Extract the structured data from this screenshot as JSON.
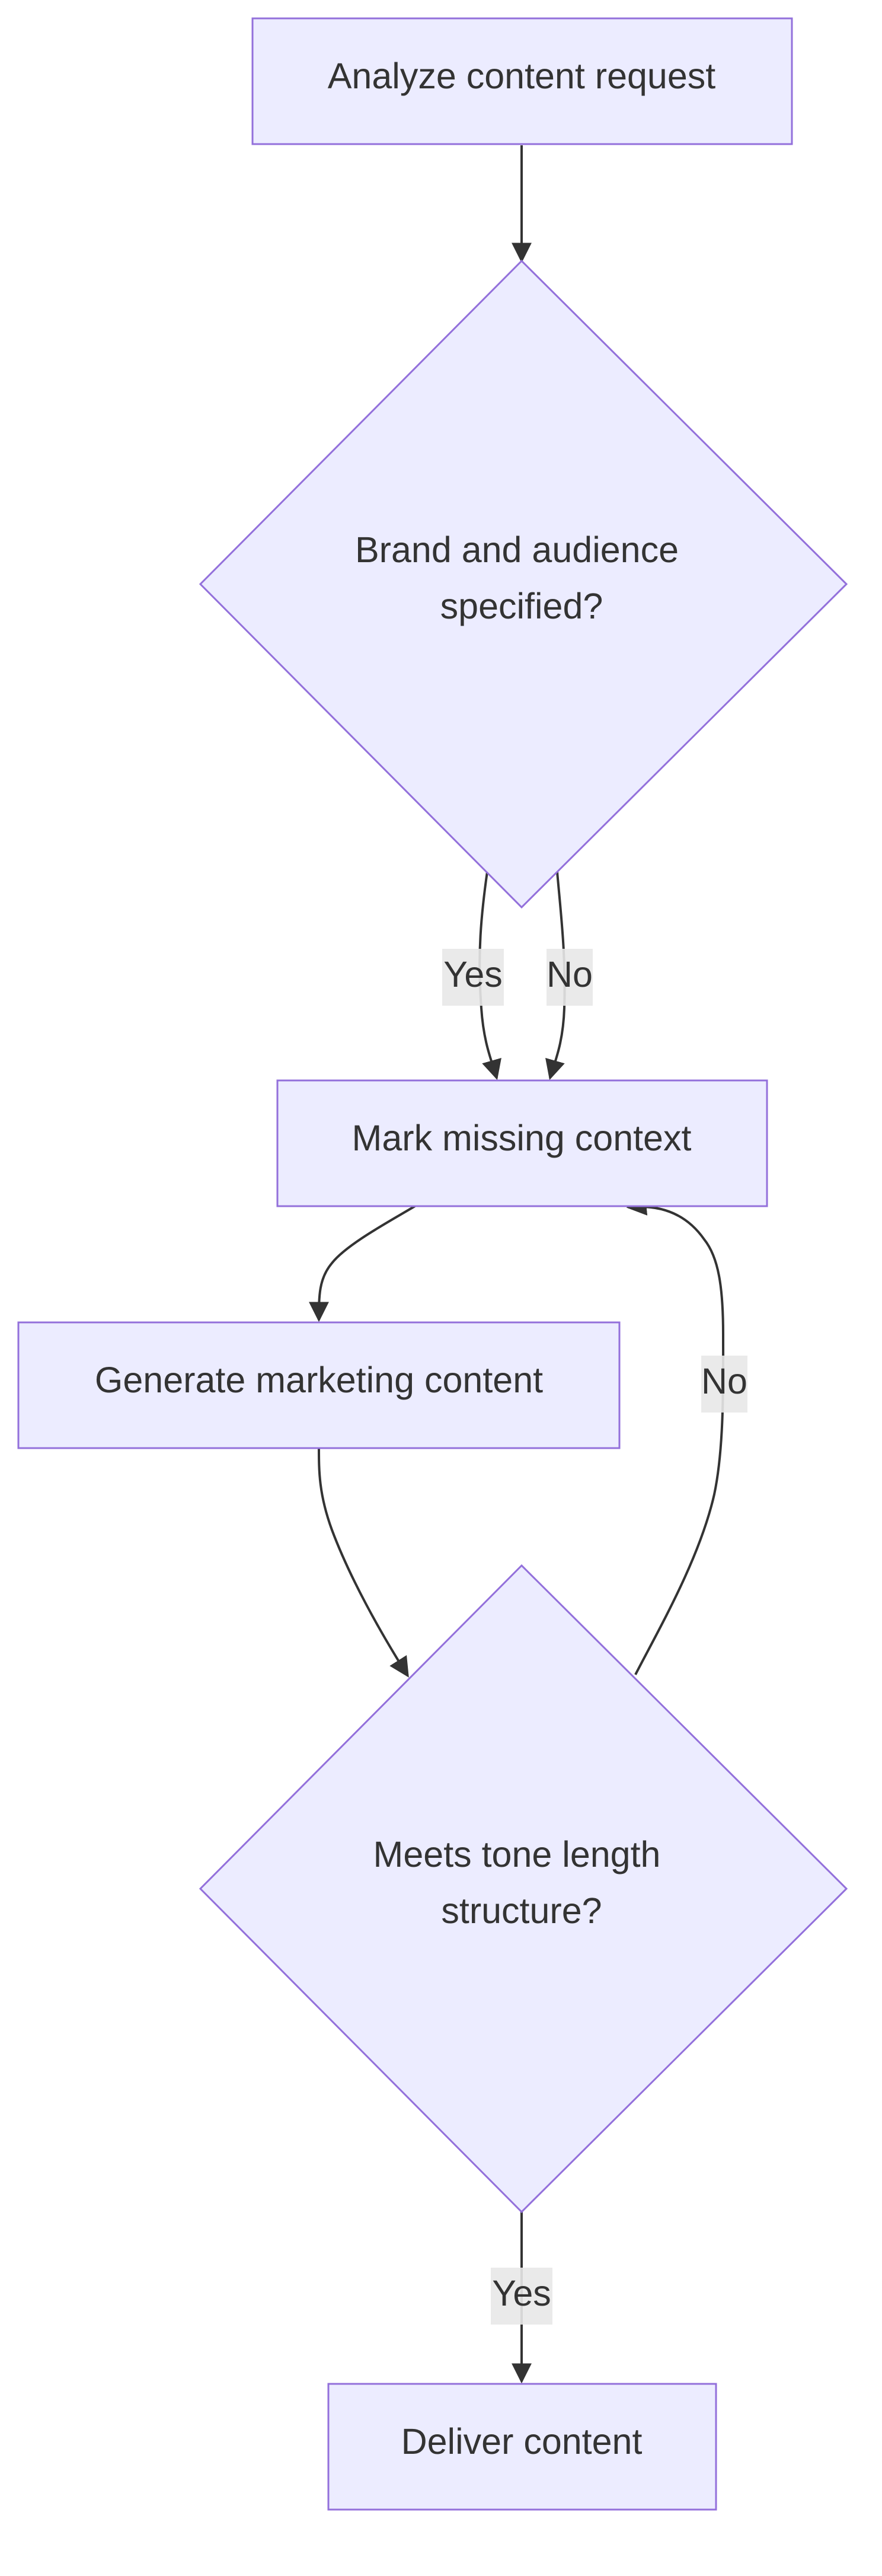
{
  "diagram": {
    "type": "flowchart",
    "direction": "top-down",
    "colors": {
      "node_fill": "#ECECFF",
      "node_stroke": "#9370DB",
      "edge": "#333333",
      "edge_label_bg": "#e8e8e8",
      "text": "#333333"
    },
    "nodes": {
      "analyze": {
        "shape": "rect",
        "lines": [
          "Analyze content request"
        ]
      },
      "brand_check": {
        "shape": "diamond",
        "lines": [
          "Brand and audience",
          "specified?"
        ]
      },
      "mark_missing": {
        "shape": "rect",
        "lines": [
          "Mark missing context"
        ]
      },
      "generate": {
        "shape": "rect",
        "lines": [
          "Generate marketing content"
        ]
      },
      "tone_check": {
        "shape": "diamond",
        "lines": [
          "Meets tone length",
          "structure?"
        ]
      },
      "deliver": {
        "shape": "rect",
        "lines": [
          "Deliver content"
        ]
      }
    },
    "edges": {
      "analyze_to_brand": {
        "from": "analyze",
        "to": "brand_check",
        "label": ""
      },
      "brand_yes": {
        "from": "brand_check",
        "to": "mark_missing",
        "label": "Yes"
      },
      "brand_no": {
        "from": "brand_check",
        "to": "mark_missing",
        "label": "No"
      },
      "mark_to_generate": {
        "from": "mark_missing",
        "to": "generate",
        "label": ""
      },
      "generate_to_tone": {
        "from": "generate",
        "to": "tone_check",
        "label": ""
      },
      "tone_no": {
        "from": "tone_check",
        "to": "mark_missing",
        "label": "No"
      },
      "tone_yes": {
        "from": "tone_check",
        "to": "deliver",
        "label": "Yes"
      }
    }
  }
}
